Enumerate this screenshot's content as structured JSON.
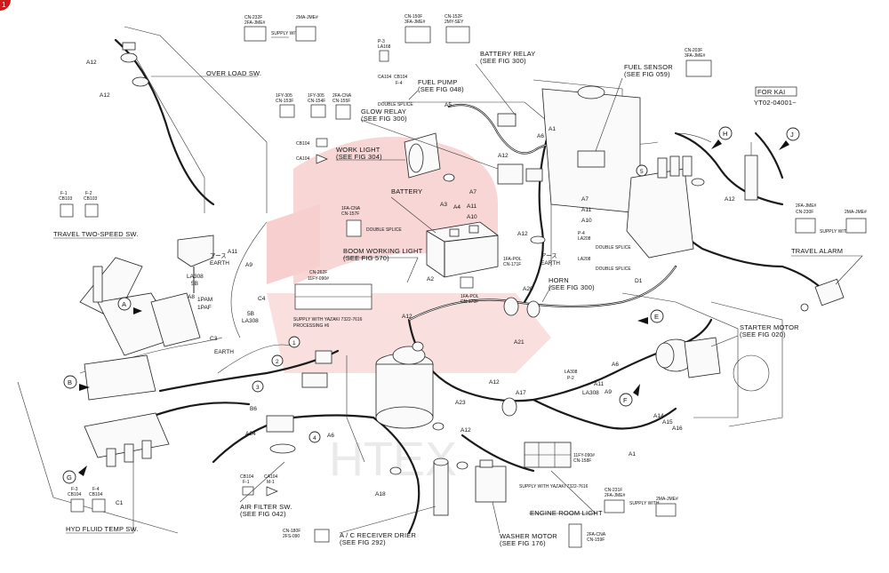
{
  "page_marker": "1",
  "corner_badge": {
    "kai": "FOR KAI",
    "serial": "YT02-04001~"
  },
  "captions": {
    "over_load": "OVER LOAD SW.",
    "battery_relay": "BATTERY RELAY",
    "battery_relay_ref": "(SEE FIG 300)",
    "fuel_pump": "FUEL PUMP",
    "fuel_pump_ref": "(SEE FIG 048)",
    "fuel_sensor": "FUEL SENSOR",
    "fuel_sensor_ref": "(SEE FIG 059)",
    "glow_relay": "GLOW RELAY",
    "glow_relay_ref": "(SEE FIG 300)",
    "work_light": "WORK LIGHT",
    "work_light_ref": "(SEE FIG 304)",
    "battery": "BATTERY",
    "boom_light": "BOOM WORKING LIGHT",
    "boom_light_ref": "(SEE FIG 570)",
    "horn": "HORN",
    "horn_ref": "(SEE FIG 300)",
    "travel_two_speed": "TRAVEL TWO-SPEED SW.",
    "travel_alarm": "TRAVEL ALARM",
    "starter_motor": "STARTER MOTOR",
    "starter_motor_ref": "(SEE FIG 020)",
    "air_filter": "AIR FILTER SW.",
    "air_filter_ref": "(SEE FIG 042)",
    "ac_receiver": "A / C RECEIVER DRIER",
    "ac_receiver_ref": "(SEE FIG 292)",
    "engine_room_light": "ENGINE ROOM LIGHT",
    "washer_motor": "WASHER MOTOR",
    "washer_motor_ref": "(SEE FIG 176)",
    "hyd_fluid_temp": "HYD FLUID TEMP SW.",
    "earth": "EARTH",
    "earth_jp": "アース",
    "supply_with": "SUPPLY WITH",
    "supply_yazaki_1": "SUPPLY WITH YAZAKI  7322-7616",
    "processing": "PROCESSING  #6",
    "supply_yazaki_2": "SUPPLY WITH YAZAKI  7322-7616",
    "double_splice": "DOUBLE SPLICE"
  },
  "callouts": {
    "a1": "A1",
    "a2": "A2",
    "a3": "A3",
    "a4": "A4",
    "a5": "A5",
    "a6": "A6",
    "a7": "A7",
    "a8": "A8",
    "a9": "A9",
    "a10": "A10",
    "a11": "A11",
    "a12": "A12",
    "a14": "A14",
    "a15": "A15",
    "a16": "A16",
    "a17": "A17",
    "a18": "A18",
    "a20": "A20",
    "a21": "A21",
    "a23": "A23",
    "a24": "A24",
    "b6": "B6",
    "c1": "C1",
    "c3": "C3",
    "c4": "C4",
    "d1": "D1",
    "la308": "LA308",
    "sb": "5B",
    "pam": "1PAM",
    "paf": "1PAF"
  },
  "circled": {
    "n1": "1",
    "n2": "2",
    "n3": "3",
    "n4": "4",
    "n5": "5"
  },
  "arrows": {
    "a": "A",
    "b": "B",
    "e": "E",
    "f": "F",
    "g": "G",
    "h": "H",
    "j": "J"
  },
  "connectors": {
    "cn232": "CN-232F",
    "cn232b": "2FA-JME#",
    "cn232c": "2MA-JME#",
    "p3": "P-3",
    "p3b": "LA168",
    "cn150": "CN-150F",
    "cn150b": "3FA-JME#",
    "cn152": "CN-152F",
    "cn152b": "2MY-SEY",
    "cn203": "CN-203F",
    "cn203b": "3FA-JME#",
    "c104a": "CA104",
    "c104b": "CB104",
    "f4": "F-4",
    "fy305a": "1FY-305",
    "fy305b": "1FY-305",
    "fa_cna": "2FA-CNA",
    "cn153": "CN-153F",
    "cn154": "CN-154F",
    "cn155": "CN-155F",
    "cb104_2": "CB104",
    "ca104_2": "CA104",
    "f1": "F-1",
    "f2": "F-2",
    "cb103a": "CB103",
    "cb103b": "CB103",
    "fa_cna_2": "1FA-CNA",
    "cn157": "CN-157F",
    "cn262": "CN-262F",
    "fy090": "11FY-090#",
    "cn230": "CN-230F",
    "cn230b": "2FA-JME#",
    "cn230c": "2MA-JME#",
    "p4": "P-4",
    "la208a": "LA208",
    "la208b": "LA208",
    "cn171": "CN-171F",
    "fa_pol": "1FA-POL",
    "cn170": "CN-170F",
    "fa_pol2": "1FA-POL",
    "la308_p2": "LA308",
    "p2": "P-2",
    "fy090b": "11FY-090#",
    "cn158": "CN-158F",
    "f3": "F-3",
    "f4b": "F-4",
    "cb104_3": "CB104",
    "cb104_4": "CB104",
    "cb104_5": "CB104",
    "ca104_5": "CA104",
    "f1b": "F-1",
    "m1": "M-1",
    "cn180": "CN-180F",
    "fs090": "2FS-090",
    "cn231": "CN-231F",
    "cn231b": "2FA-JME#",
    "cn231c": "2MA-JME#",
    "fa_cna_3": "2FA-CNA",
    "cn159": "CN-159F"
  },
  "watermark": "HTEX"
}
